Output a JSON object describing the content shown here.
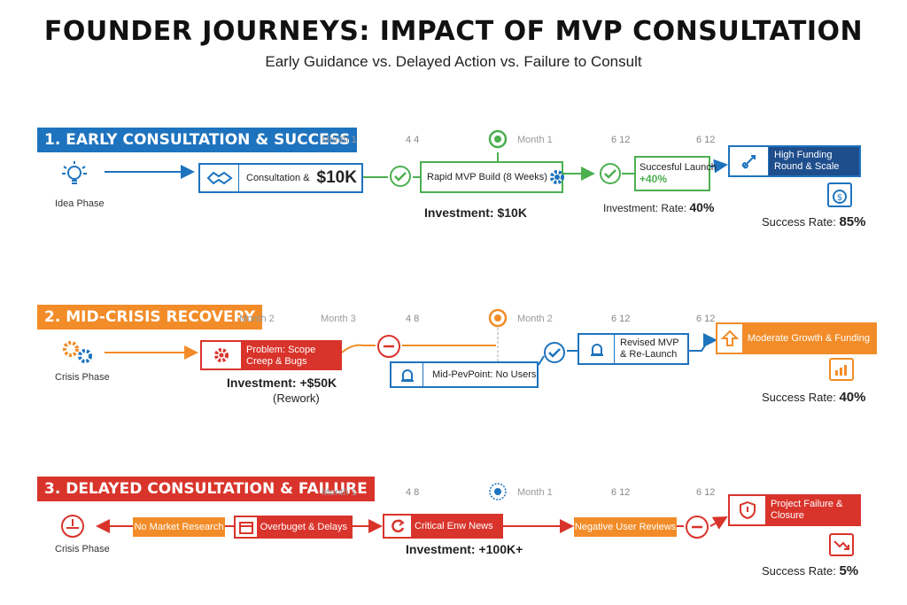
{
  "title": "FOUNDER JOURNEYS: IMPACT OF MVP CONSULTATION",
  "subtitle": "Early Guidance vs. Delayed Action vs. Failure to Consult",
  "colors": {
    "blue": "#1e73be",
    "green": "#4caf50",
    "orange": "#f28c28",
    "red": "#d9342b",
    "darkblue": "#1f4e8c"
  },
  "journey1": {
    "title": "1. EARLY CONSULTATION & SUCCESS",
    "month_a": "Month 1",
    "ticks_a": "4   4",
    "month_b": "Month 1",
    "tick_b1": "6   12",
    "tick_b2": "6   12",
    "start_label": "Idea Phase",
    "consult_label": "Consultation &",
    "consult_amount": "$10K",
    "build_label": "Rapid MVP Build (8 Weeks)",
    "launch_label": "Succesful Launch",
    "launch_value": "+40%",
    "end_label": "High Funding Round & Scale",
    "investment": "Investment: $10K",
    "investment_rate_prefix": "Investment: Rate:",
    "investment_rate_value": "40%",
    "success_prefix": "Success Rate:",
    "success_value": "85%"
  },
  "journey2": {
    "title": "2. MID-CRISIS RECOVERY",
    "month_a": "Month 2",
    "month_b": "Month 3",
    "ticks_a": "4   8",
    "month_c": "Month 2",
    "tick_c1": "6   12",
    "tick_c2": "6   12",
    "start_label": "Crisis Phase",
    "problem_label": "Problem: Scope Creep & Bugs",
    "investment": "Investment: +$50K",
    "investment_note": "(Rework)",
    "midpoint_label": "Mid-PevPoint: No Users",
    "revised_label": "Revised MVP & Re-Launch",
    "end_label": "Moderate Growth & Funding",
    "success_prefix": "Success Rate:",
    "success_value": "40%"
  },
  "journey3": {
    "title": "3. DELAYED CONSULTATION & FAILURE",
    "month_a": "Month 1",
    "ticks_a": "4   8",
    "month_b": "Month 1",
    "tick_b1": "6   12",
    "tick_b2": "6   12",
    "start_label": "Crisis Phase",
    "step1_label": "No Market Research",
    "step2_label": "Overbuget & Delays",
    "step3_label": "Critical Enw News",
    "step4_label": "Negative User Reviews",
    "end_label": "Project Failure & Closure",
    "investment": "Investment: +100K+",
    "success_prefix": "Success Rate:",
    "success_value": "5%"
  }
}
